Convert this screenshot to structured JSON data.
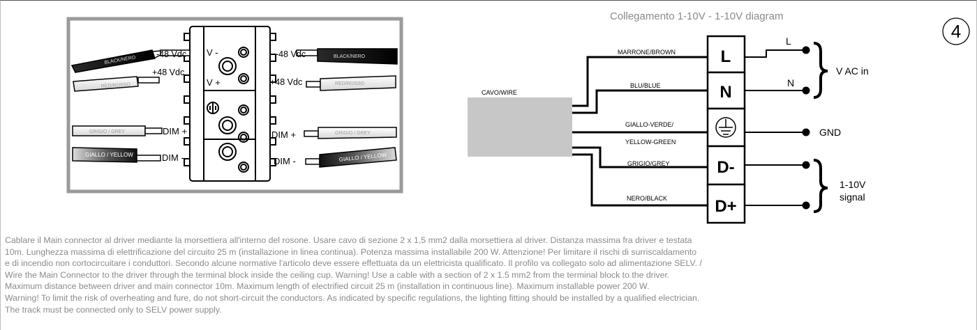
{
  "title": "Collegamento 1-10V - 1-10V diagram",
  "step_number": "4",
  "connector": {
    "left_wires": [
      {
        "sleeve": "BLACK/NERO",
        "label": "-48 Vdc"
      },
      {
        "sleeve": "RED/ROSSO",
        "label": "+48 Vdc"
      },
      {
        "sleeve": "GRIGIO / GREY",
        "label": "DIM +"
      },
      {
        "sleeve": "GIALLO / YELLOW",
        "label": "DIM -"
      }
    ],
    "right_wires": [
      {
        "sleeve": "BLACK/NERO",
        "label": "-48 Vdc"
      },
      {
        "sleeve": "RED/ROSSO",
        "label": "+48 Vdc"
      },
      {
        "sleeve": "GRIGIO / GREY",
        "label": "DIM +"
      },
      {
        "sleeve": "GIALLO / YELLOW",
        "label": "DIM -"
      }
    ],
    "terminal_marks": [
      "V -",
      "V +"
    ]
  },
  "wiring": {
    "cable_label": "CAVO/WIRE",
    "wires": [
      "MARRONE/BROWN",
      "BLU/BLUE",
      "GIALLO-VERDE/",
      "YELLOW-GREEN",
      "GRIGIO/GREY",
      "NERO/BLACK"
    ],
    "terminals": [
      "L",
      "N",
      "D-",
      "D+"
    ],
    "outputs": [
      "L",
      "N",
      "V AC in",
      "GND",
      "1-10V",
      "signal"
    ]
  },
  "caption": [
    "Cablare il Main connector al driver mediante la morsettiera all'interno del rosone. Usare cavo di sezione 2 x 1,5 mm2 dalla morsettiera al driver. Distanza massima fra driver e testata",
    "10m. Lunghezza massima di elettrificazione del circuito 25 m (installazione in linea continua). Potenza massima installabile 200 W. Attenzione! Per limitare il rischi  di surriscaldamento",
    "e di incendio non cortocircuitare i conduttori. Secondo alcune normative l'articolo deve essere effettuata da un elettricista qualificato. Il profilo va collegato solo ad alimentazione SELV. /",
    "Wire the Main Connector to the driver through the terminal block inside the ceiling cup. Warning! Use a cable with a section of 2 x 1.5 mm2 from the terminal block to the driver.",
    "Maximum distance between driver and main connector 10m.  Maximum length of electrified circuit 25 m (installation in continuous line). Maximum installable power 200 W.",
    "Warning! To limit the risk of overheating and fure, do not short-circuit the conductors. As indicated by specific regulations, the lighting fitting should be installed by a qualified electrician.",
    "The track must be connected only to SELV power supply."
  ]
}
